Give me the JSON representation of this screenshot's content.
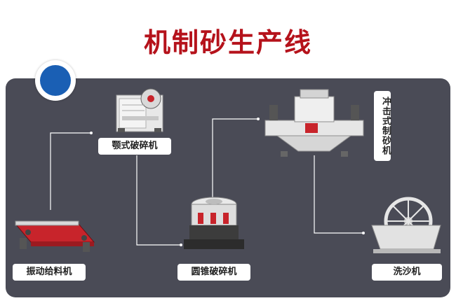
{
  "title": "机制砂生产线",
  "colors": {
    "title": "#b5121b",
    "panel": "#4a4b56",
    "badge": "#1a5fb4",
    "line": "#ffffff"
  },
  "machines": {
    "jaw_crusher": "颚式破碎机",
    "impact_sand_maker": "冲击式制砂机",
    "vibrating_feeder": "振动给料机",
    "cone_crusher": "圆锥破碎机",
    "sand_washer": "洗沙机"
  }
}
